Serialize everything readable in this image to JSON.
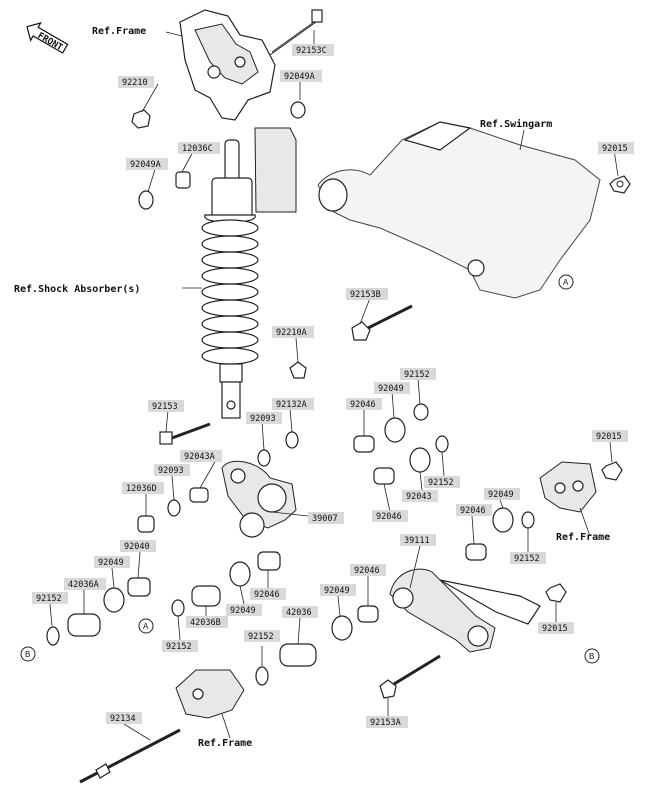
{
  "front_badge": "FRONT",
  "refs": {
    "frame_top": "Ref.Frame",
    "swingarm": "Ref.Swingarm",
    "shock": "Ref.Shock Absorber(s)",
    "frame_right": "Ref.Frame",
    "frame_bottom": "Ref.Frame"
  },
  "parts": {
    "p92153C": "92153C",
    "p92210": "92210",
    "p92049A_top": "92049A",
    "p92015_swingarm": "92015",
    "p12036C": "12036C",
    "p92049A_left": "92049A",
    "p92153B": "92153B",
    "p92210A": "92210A",
    "p92152_a": "92152",
    "p92049_a": "92049",
    "p92153": "92153",
    "p92093_a": "92093",
    "p92132A": "92132A",
    "p92046_a": "92046",
    "p92015_frame": "92015",
    "p92043A": "92043A",
    "p92043": "92043",
    "p92093_b": "92093",
    "p92152_b": "92152",
    "p12036D": "12036D",
    "p39007": "39007",
    "p92046_b": "92046",
    "p92049_b": "92049",
    "p92040": "92040",
    "p92046_c": "92046",
    "p39111": "39111",
    "p92152_c": "92152",
    "p92049_c": "92049",
    "p42036A": "42036A",
    "p92046_d": "92046",
    "p92046_e": "92046",
    "p92049_d": "92049",
    "p92152_d": "92152",
    "p42036B": "42036B",
    "p92049_e": "92049",
    "p92015_link": "92015",
    "p42036": "42036",
    "p92152_e": "92152",
    "p92152_f": "92152",
    "p92134": "92134",
    "p92153A": "92153A"
  },
  "callouts": {
    "a1": "A",
    "a2": "A",
    "b1": "B",
    "b2": "B"
  }
}
